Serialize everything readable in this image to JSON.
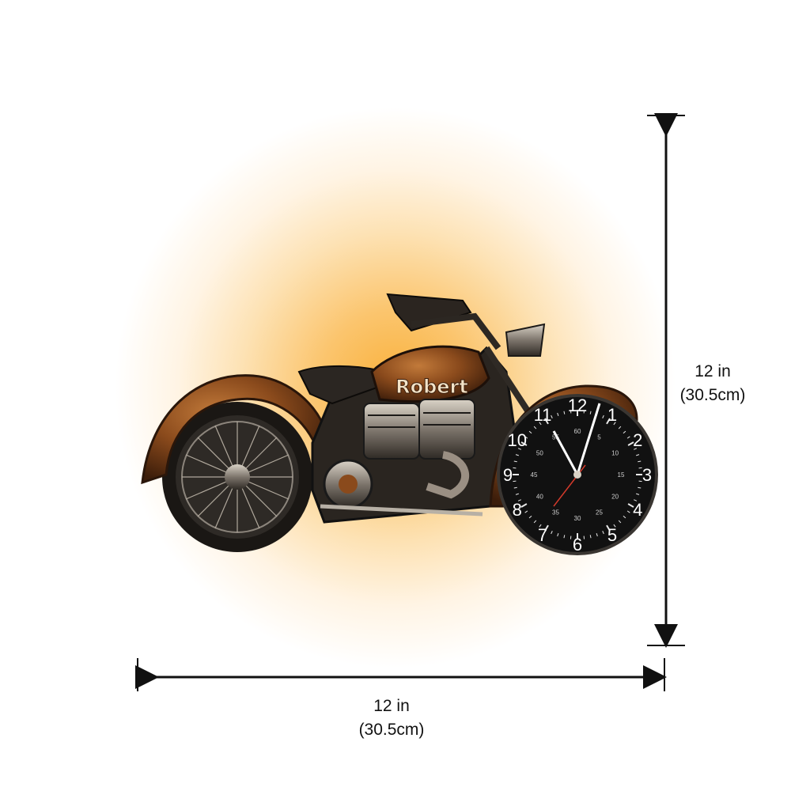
{
  "product": {
    "name_plate": "Robert",
    "clock_hours": [
      "12",
      "1",
      "2",
      "3",
      "4",
      "5",
      "6",
      "7",
      "8",
      "9",
      "10",
      "11"
    ],
    "clock_minutes": [
      "60",
      "5",
      "10",
      "15",
      "20",
      "25",
      "30",
      "35",
      "40",
      "45",
      "50",
      "55"
    ]
  },
  "dimensions": {
    "height": {
      "line1": "12 in",
      "line2": "(30.5cm)"
    },
    "width": {
      "line1": "12 in",
      "line2": "(30.5cm)"
    }
  },
  "colors": {
    "glow": "#f9b03a",
    "rust": "#8a4a1c",
    "clock_face": "#111111"
  }
}
